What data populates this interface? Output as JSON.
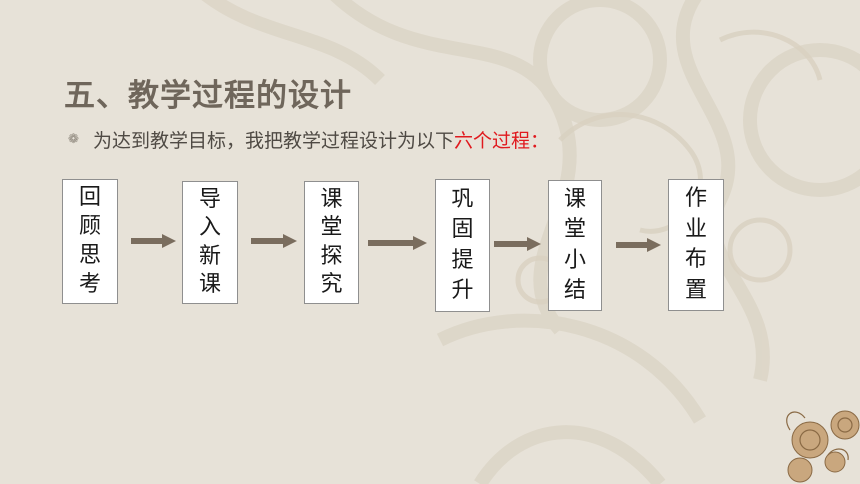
{
  "title": "五、教学过程的设计",
  "subtitle": {
    "prefix": "为达到教学目标，我把教学过程设计为以下",
    "highlight": "六个过程：",
    "bullet_icon": "flower-bullet-icon"
  },
  "steps": [
    {
      "chars": [
        "回",
        "顾",
        "思",
        "考"
      ]
    },
    {
      "chars": [
        "导",
        "入",
        "新",
        "课"
      ]
    },
    {
      "chars": [
        "课",
        "堂",
        "探",
        "究"
      ]
    },
    {
      "chars": [
        "巩",
        "固",
        "提",
        "升"
      ]
    },
    {
      "chars": [
        "课",
        "堂",
        "小",
        "结"
      ]
    },
    {
      "chars": [
        "作",
        "业",
        "布",
        "置"
      ]
    }
  ],
  "colors": {
    "background": "#e7e2d8",
    "title": "#6f665b",
    "highlight": "#e0191e",
    "arrow": "#7a6d5e"
  }
}
